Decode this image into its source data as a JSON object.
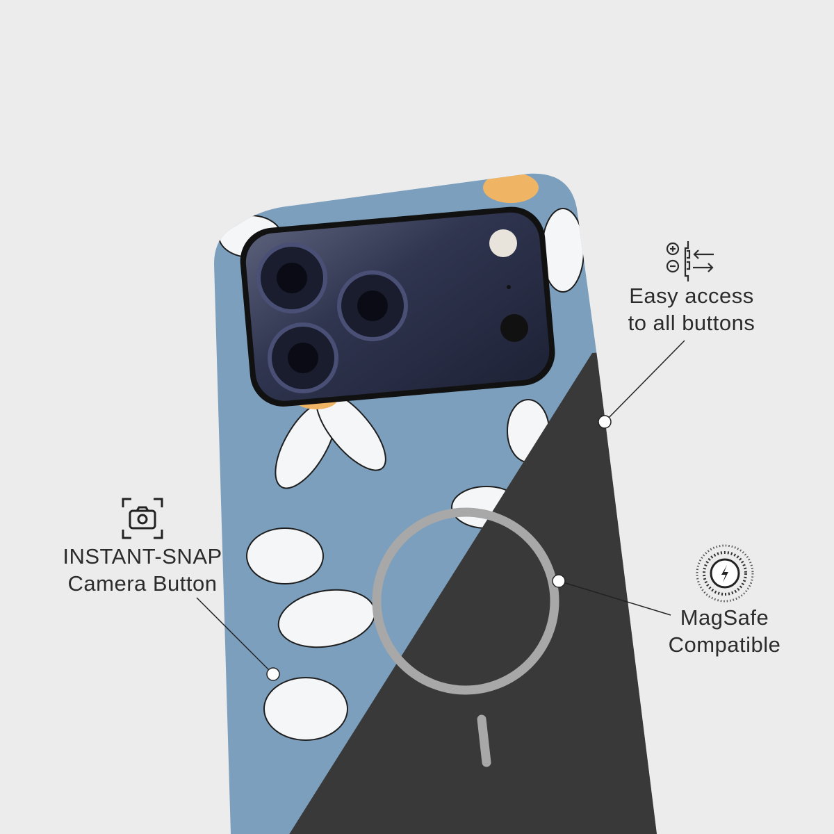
{
  "features": [
    {
      "id": "buttons",
      "icon": "volume-buttons-icon",
      "lines": [
        "Easy access",
        "to all buttons"
      ]
    },
    {
      "id": "camera",
      "icon": "camera-icon",
      "lines": [
        "INSTANT-SNAP",
        "Camera Button"
      ]
    },
    {
      "id": "magsafe",
      "icon": "wireless-charging-icon",
      "lines": [
        "MagSafe",
        "Compatible"
      ]
    }
  ],
  "colors": {
    "background": "#ececec",
    "case_blue": "#7c9fbd",
    "case_dark": "#3a3a3a",
    "camera_bump": "#2c3148",
    "text": "#2b2b2b"
  }
}
